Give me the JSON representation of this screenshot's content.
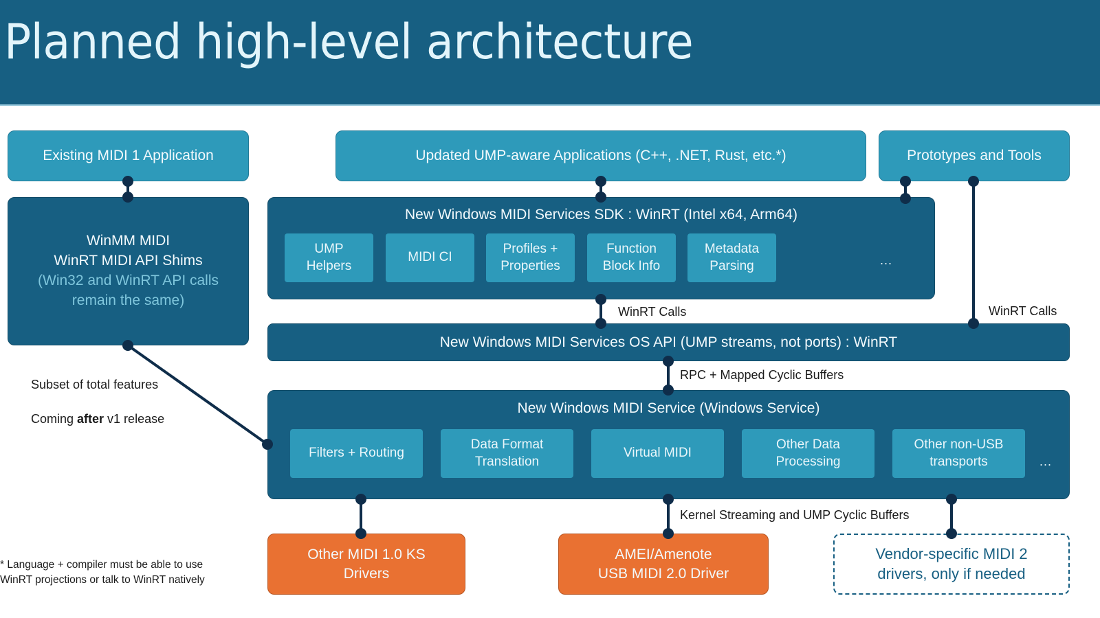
{
  "title": "Planned high-level architecture",
  "colors": {
    "header_bg": "#175f82",
    "light_box": "#2e9aba",
    "dark_box": "#175f82",
    "driver_box": "#e97132",
    "connector": "#0f2d4a"
  },
  "apps": {
    "existing": "Existing MIDI 1 Application",
    "updated": "Updated UMP-aware Applications (C++, .NET, Rust, etc.*)",
    "prototypes": "Prototypes and Tools"
  },
  "shims": {
    "line1": "WinMM MIDI",
    "line2": "WinRT MIDI API Shims",
    "line3": "(Win32 and WinRT API calls",
    "line4": "remain the same)"
  },
  "sdk": {
    "title": "New Windows MIDI Services SDK : WinRT (Intel x64, Arm64)",
    "components": [
      {
        "line1": "UMP",
        "line2": "Helpers"
      },
      {
        "line1": "MIDI CI",
        "line2": ""
      },
      {
        "line1": "Profiles +",
        "line2": "Properties"
      },
      {
        "line1": "Function",
        "line2": "Block Info"
      },
      {
        "line1": "Metadata",
        "line2": "Parsing"
      }
    ],
    "more": "..."
  },
  "os_api": {
    "title": "New Windows MIDI Services OS API (UMP streams, not ports) : WinRT"
  },
  "service": {
    "title": "New Windows MIDI Service (Windows Service)",
    "components": [
      {
        "line1": "Filters + Routing",
        "line2": ""
      },
      {
        "line1": "Data Format",
        "line2": "Translation"
      },
      {
        "line1": "Virtual MIDI",
        "line2": ""
      },
      {
        "line1": "Other Data",
        "line2": "Processing"
      },
      {
        "line1": "Other non-USB",
        "line2": "transports"
      }
    ],
    "more": "..."
  },
  "drivers": {
    "ks": {
      "line1": "Other MIDI 1.0 KS",
      "line2": "Drivers"
    },
    "amei": {
      "line1": "AMEI/Amenote",
      "line2": "USB MIDI 2.0 Driver"
    },
    "vendor": {
      "line1": "Vendor-specific MIDI 2",
      "line2": "drivers, only if needed"
    }
  },
  "connector_labels": {
    "sdk_to_os": "WinRT Calls",
    "tools_to_os": "WinRT Calls",
    "os_to_service": "RPC + Mapped Cyclic Buffers",
    "service_to_drivers": "Kernel Streaming and UMP Cyclic Buffers"
  },
  "notes": {
    "subset": "Subset of total features",
    "coming_pre": "Coming ",
    "coming_bold": "after",
    "coming_post": " v1 release"
  },
  "footnote": {
    "line1": "* Language + compiler must be able to use",
    "line2": "WinRT projections or talk to WinRT natively"
  }
}
